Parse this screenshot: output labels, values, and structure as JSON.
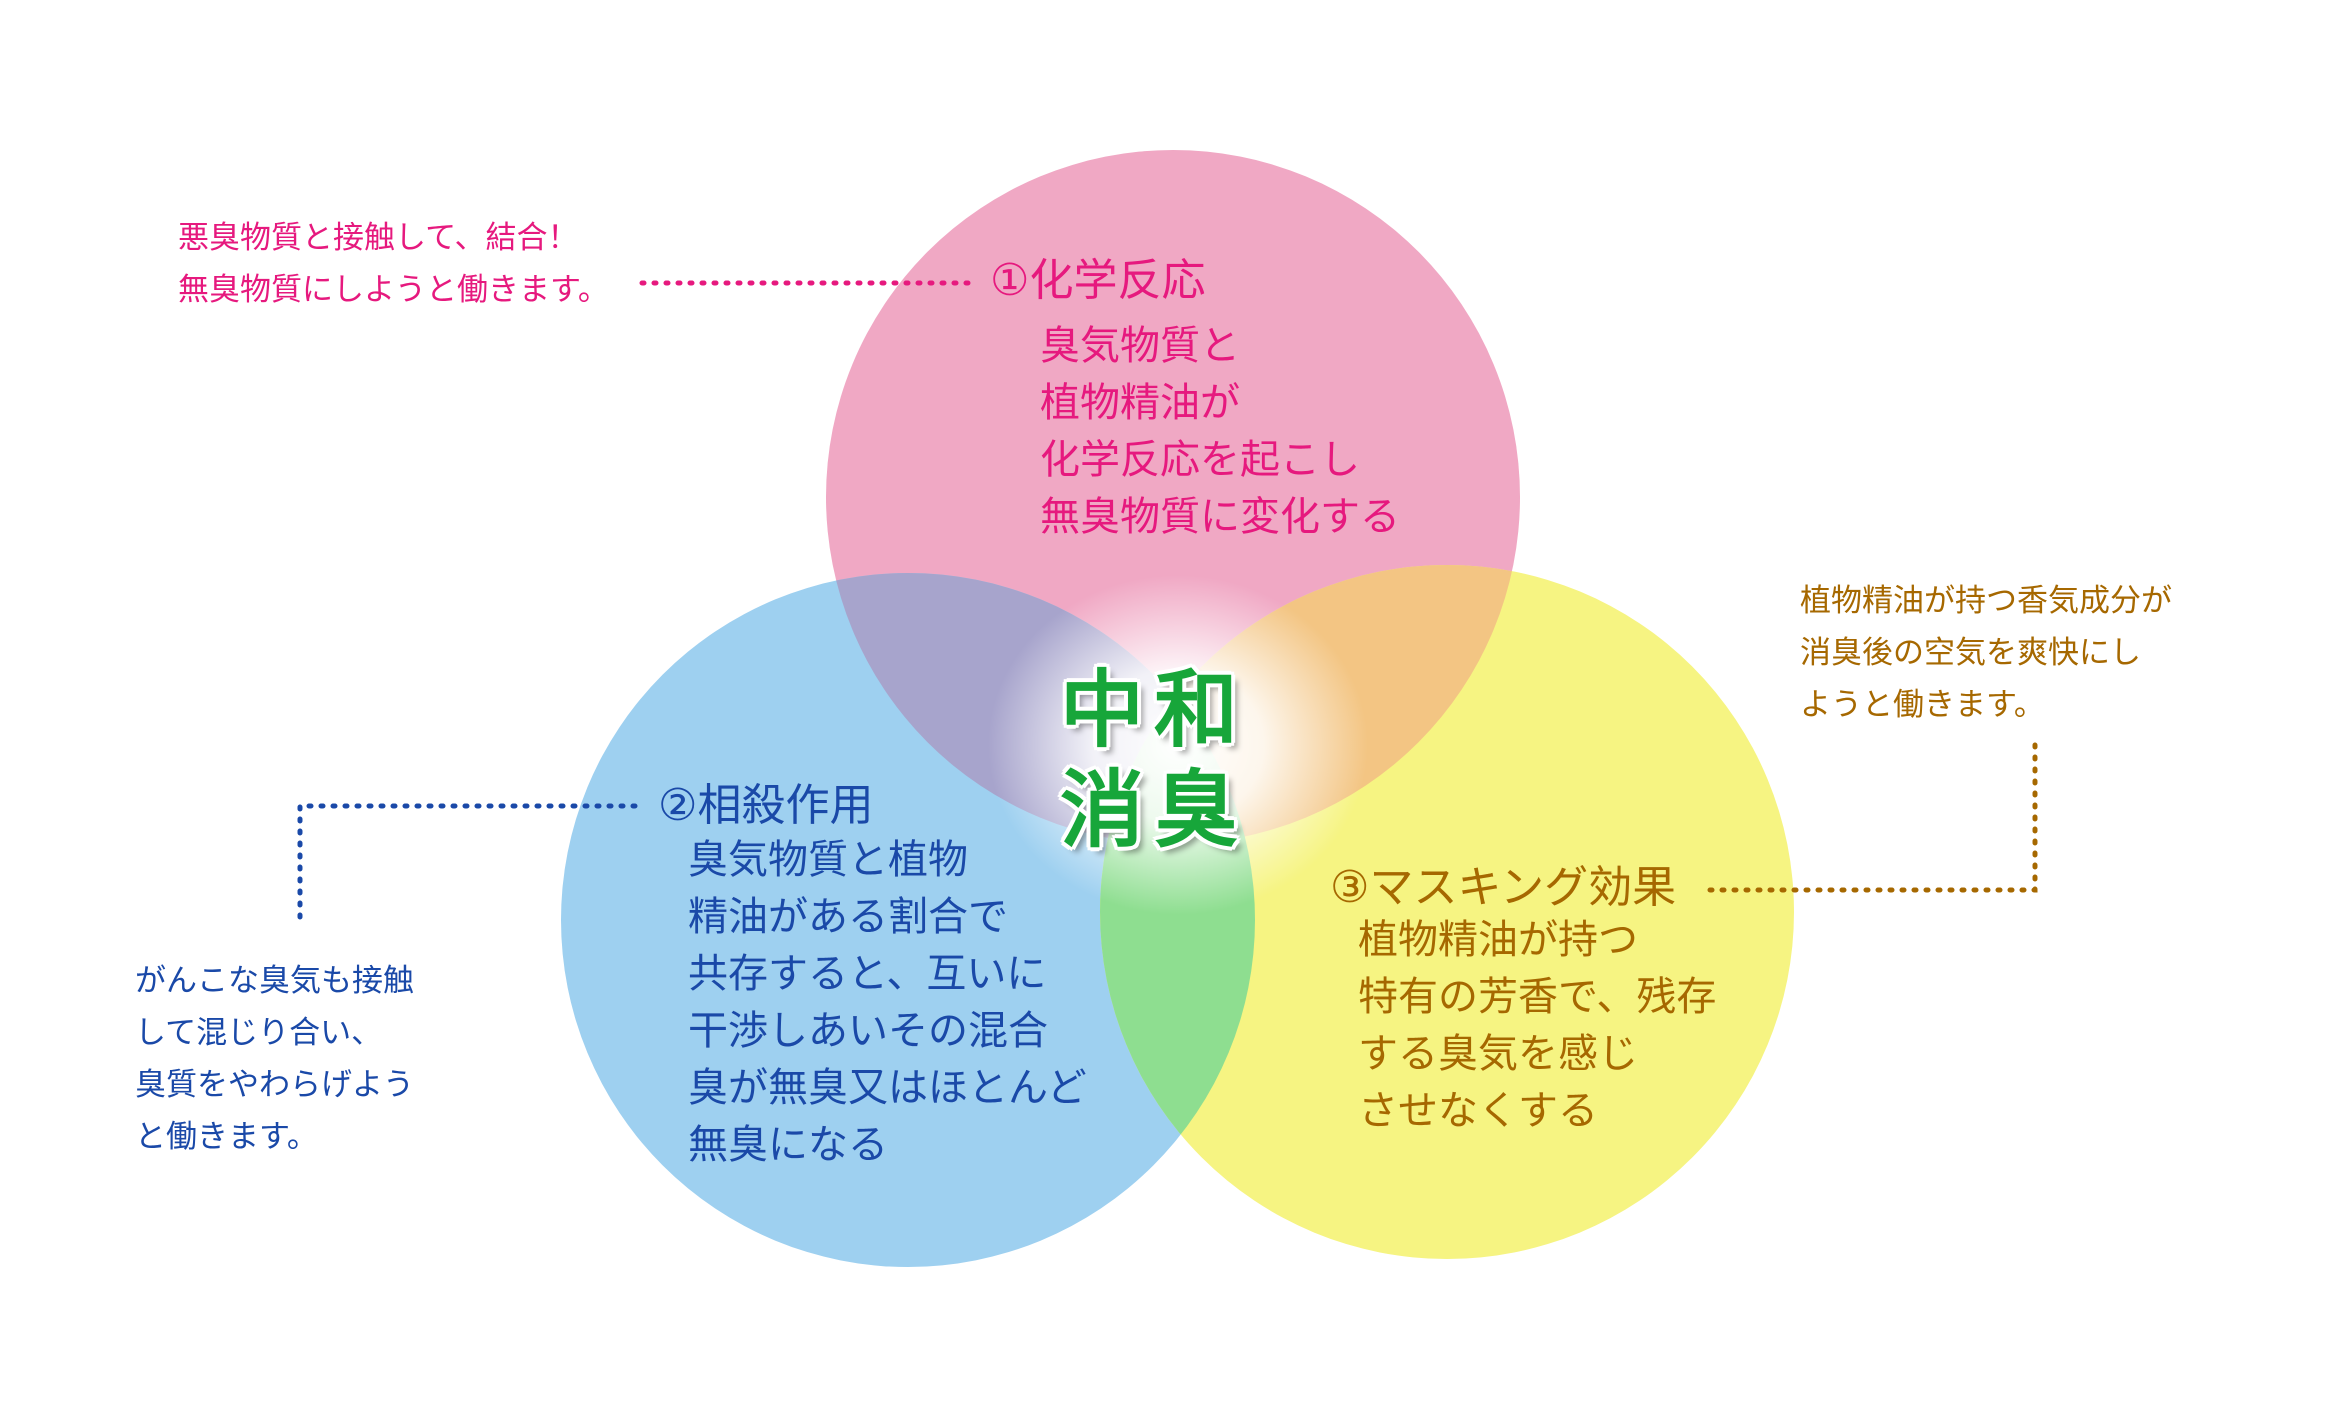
{
  "colors": {
    "circle_chemical": "#f0a8c4",
    "circle_offset": "#9ed0f0",
    "circle_masking": "#f6f482",
    "overlap_pink_blue": "#a7a4cc",
    "overlap_pink_yellow": "#f3c583",
    "overlap_blue_yellow": "#8ede90",
    "center_text": "#17a63a",
    "pink_text": "#e6197e",
    "blue_text": "#1a49a8",
    "brown_text": "#a66800"
  },
  "center": {
    "line1": "中和",
    "line2": "消臭"
  },
  "circles": {
    "chemical": {
      "title": "①化学反応",
      "lines": [
        "臭気物質と",
        "植物精油が",
        "化学反応を起こし",
        "無臭物質に変化する"
      ]
    },
    "offset": {
      "title": "②相殺作用",
      "lines": [
        "臭気物質と植物",
        "精油がある割合で",
        "共存すると、互いに",
        "干渉しあいその混合",
        "臭が無臭又はほとんど",
        "無臭になる"
      ]
    },
    "masking": {
      "title": "③マスキング効果",
      "lines": [
        "植物精油が持つ",
        "特有の芳香で、残存",
        "する臭気を感じ",
        "させなくする"
      ]
    }
  },
  "notes": {
    "chemical": [
      "悪臭物質と接触して、結合！",
      "無臭物質にしようと働きます。"
    ],
    "offset": [
      "がんこな臭気も接触",
      "して混じり合い、",
      "臭質をやわらげよう",
      "と働きます。"
    ],
    "masking": [
      "植物精油が持つ香気成分が",
      "消臭後の空気を爽快にし",
      "ようと働きます。"
    ]
  }
}
